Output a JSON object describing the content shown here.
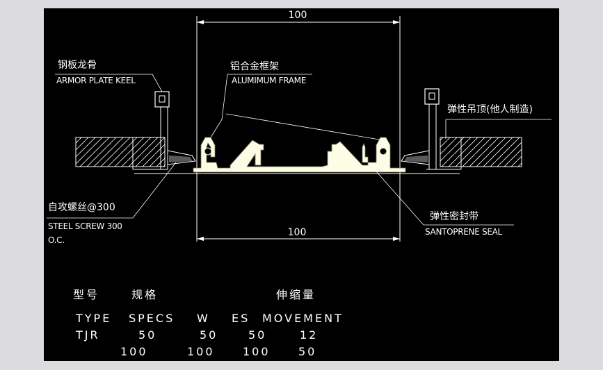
{
  "dimensions": {
    "top": "100",
    "bottom": "100"
  },
  "labels": {
    "steel_keel_cn": "钢板龙骨",
    "steel_keel_en": "ARMOR PLATE KEEL",
    "alu_frame_cn": "铝合金框架",
    "alu_frame_en": "ALUMIMUM FRAME",
    "ceiling_cn": "弹性吊顶(他人制造)",
    "screw_cn": "自攻螺丝@300",
    "screw_en_1": "STEEL SCREW 300",
    "screw_en_2": "O.C.",
    "seal_cn": "弹性密封带",
    "seal_en": "SANTOPRENE SEAL"
  },
  "table": {
    "header_cn": [
      "型号",
      "规格",
      "伸缩量"
    ],
    "header_en": [
      "TYPE",
      "SPECS",
      "W",
      "ES",
      "MOVEMENT"
    ],
    "rows": [
      [
        "TJR",
        "50",
        "50",
        "50",
        "12"
      ],
      [
        "",
        "100",
        "100",
        "100",
        "50"
      ]
    ]
  },
  "colors": {
    "background": "#000000",
    "lines": "#ffffff",
    "profile_fill": "#fdfde6",
    "bezel": "#dcdce0"
  }
}
